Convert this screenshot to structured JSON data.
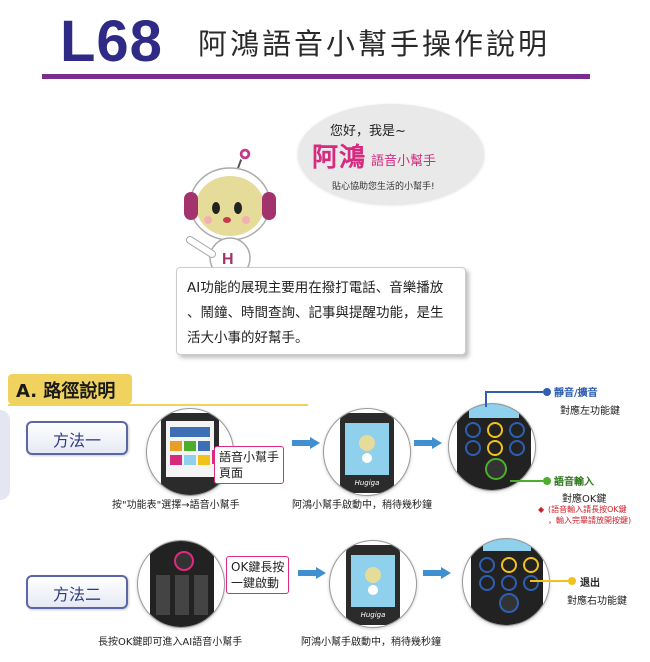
{
  "header": {
    "model": "L68",
    "title": "阿鴻語音小幫手操作說明"
  },
  "bubble": {
    "greeting": "您好，我是~",
    "brand_big": "阿鴻",
    "brand_small": "語音小幫手",
    "tagline": "貼心協助您生活的小幫手!"
  },
  "intro": {
    "lines": [
      "AI功能的展現主要用在撥打電話、音樂播放",
      "、鬧鐘、時間查詢、記事與提醒功能，是生",
      "活大小事的好幫手。"
    ]
  },
  "section": {
    "label": "A. 路徑說明"
  },
  "methods": [
    {
      "label": "方法一",
      "callout": [
        "語音小幫手",
        "頁面"
      ],
      "caption1": "按\"功能表\"選擇→語音小幫手",
      "caption2": "阿鴻小幫手啟動中，稍待幾秒鐘"
    },
    {
      "label": "方法二",
      "callout": [
        "OK鍵長按",
        "一鍵啟動"
      ],
      "caption1": "長按OK鍵即可進入AI語音小幫手",
      "caption2": "阿鴻小幫手啟動中，稍待幾秒鐘"
    }
  ],
  "keys": {
    "mute_label": "靜音/擴音",
    "mute_desc": "對應左功能鍵",
    "voice_label": "語音輸入",
    "voice_desc": "對應OK鍵",
    "voice_note1": "(語音輸入請長按OK鍵",
    "voice_note2": "，輸入完畢請放開按鍵)",
    "exit_label": "退出",
    "exit_desc": "對應右功能鍵"
  },
  "phone_brand": "Hugiga",
  "colors": {
    "title_bar": "#7b2d8e",
    "brand_pink": "#d62a7f",
    "method_border": "#5a66a8",
    "arrow_blue": "#3f8fd1",
    "key_blue": "#2f5fb0",
    "key_green": "#4caf2b",
    "key_yellow": "#f2c21a",
    "note_red": "#d0212a"
  }
}
